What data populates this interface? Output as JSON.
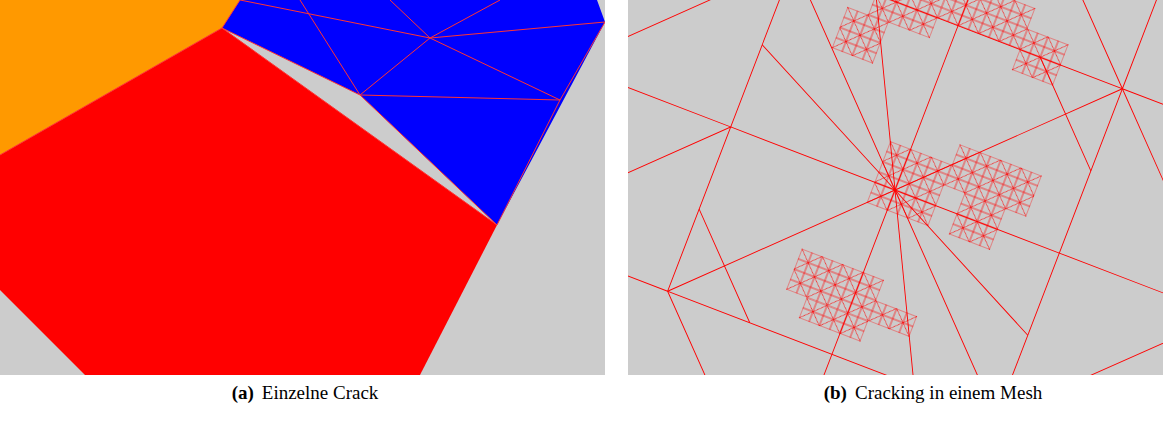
{
  "diagram": {
    "labels": [
      "(a)",
      "Einzelne Crack",
      "(b)",
      "Cracking in einem Mesh"
    ]
  }
}
